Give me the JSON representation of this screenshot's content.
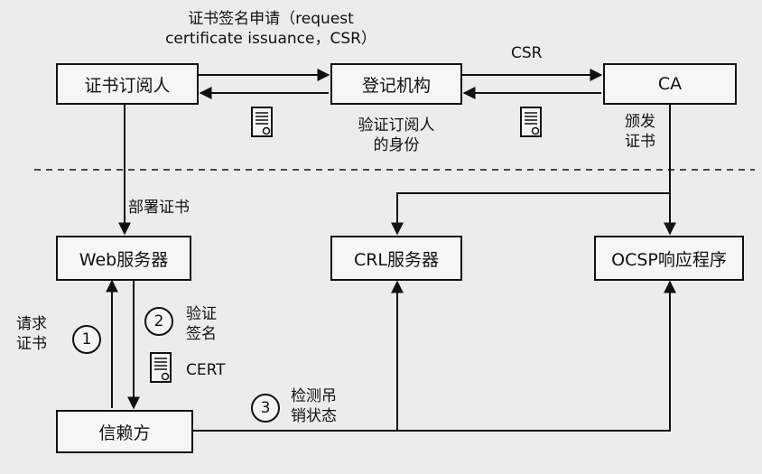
{
  "boxes": {
    "subscriber": "证书订阅人",
    "ra": "登记机构",
    "ca": "CA",
    "web_server": "Web服务器",
    "crl_server": "CRL服务器",
    "ocsp": "OCSP响应程序",
    "relying_party": "信赖方"
  },
  "labels": {
    "csr_request_line1": "证书签名申请（request",
    "csr_request_line2": "certificate issuance，CSR）",
    "csr": "CSR",
    "verify_identity_line1": "验证订阅人",
    "verify_identity_line2": "的身份",
    "issue_cert_line1": "颁发",
    "issue_cert_line2": "证书",
    "deploy_cert": "部署证书",
    "request_cert_line1": "请求",
    "request_cert_line2": "证书",
    "verify_sig_line1": "验证",
    "verify_sig_line2": "签名",
    "cert": "CERT",
    "check_revocation_line1": "检测吊",
    "check_revocation_line2": "销状态"
  },
  "steps": {
    "step1": "1",
    "step2": "2",
    "step3": "3"
  },
  "colors": {
    "line": "#111111",
    "background": "#ececec"
  }
}
